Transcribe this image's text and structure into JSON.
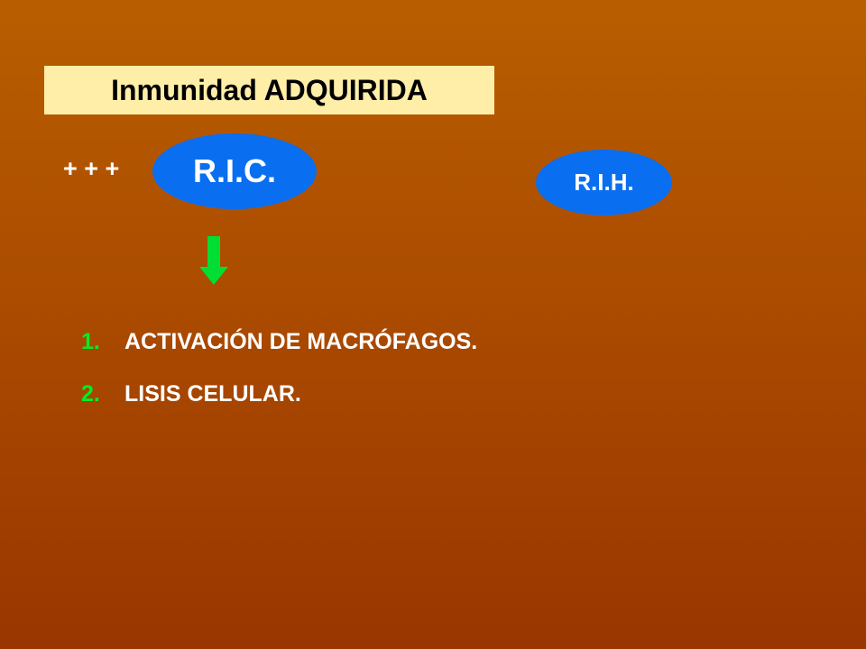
{
  "slide": {
    "title": "Inmunidad ADQUIRIDA",
    "plus_signs": "+ + +",
    "ovals": {
      "ric": "R.I.C.",
      "rih": "R.I.H."
    },
    "list": [
      {
        "number": "1.",
        "text": "ACTIVACIÓN DE MACRÓFAGOS."
      },
      {
        "number": "2.",
        "text": "LISIS CELULAR."
      }
    ]
  },
  "colors": {
    "background": "#b05000",
    "title_box": "#ffeea8",
    "oval": "#0a6ef0",
    "arrow": "#00dd33",
    "list_number": "#00ee22"
  },
  "icons": {
    "arrow": "down-arrow-icon"
  }
}
